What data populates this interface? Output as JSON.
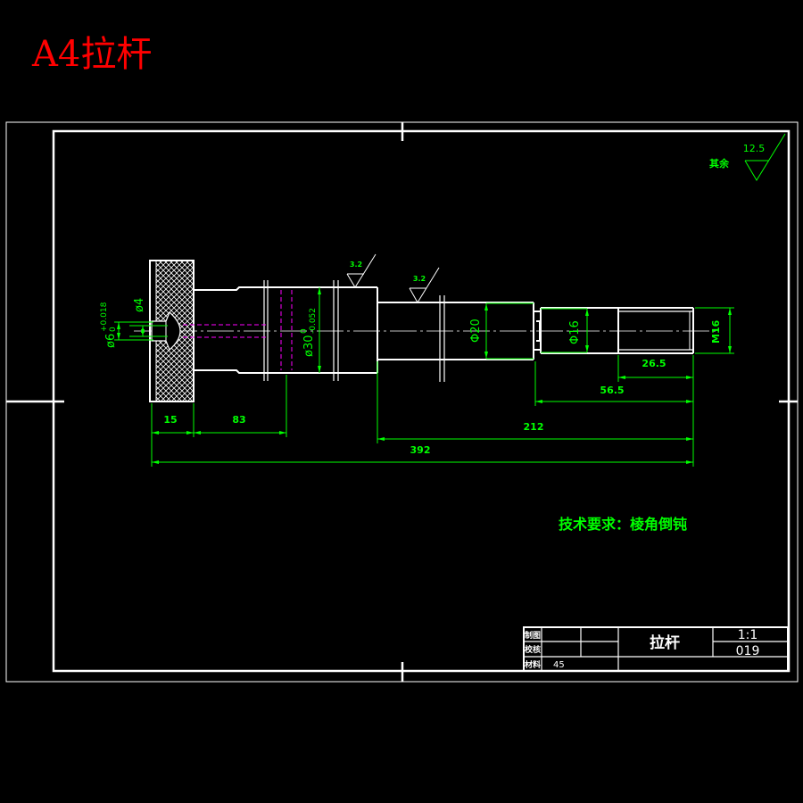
{
  "title": "A4拉杆",
  "roughness": {
    "general_label": "其余",
    "general_value": "12.5",
    "mark_1": "3.2",
    "mark_2": "3.2"
  },
  "dimensions": {
    "d4": "ø4",
    "d6": {
      "main": "ø6",
      "upper": "+0.018",
      "lower": "0"
    },
    "d30": {
      "main": "ø30",
      "upper": "0",
      "lower": "-0.052"
    },
    "d20": "Φ20",
    "d16": "Φ16",
    "m16": "M16",
    "l26_5": "26.5",
    "l56_5": "56.5",
    "l212": "212",
    "l392": "392",
    "l15": "15",
    "l83": "83"
  },
  "tech_requirement": "技术要求：棱角倒钝",
  "title_block": {
    "drawn_label": "制图",
    "checked_label": "校核",
    "material_label": "材料",
    "material": "45",
    "part_name": "拉杆",
    "scale": "1:1",
    "drawing_no": "019"
  },
  "colors": {
    "background": "#000000",
    "outline": "#ffffff",
    "dimension": "#00ff00",
    "hidden": "#ff00ff",
    "title": "#ff0000"
  }
}
